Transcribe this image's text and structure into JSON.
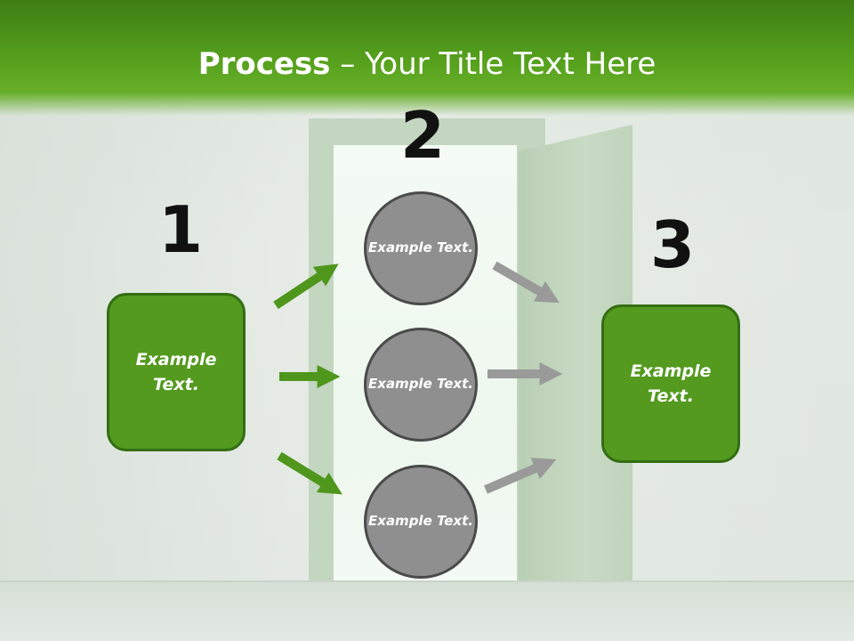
{
  "title": {
    "bold": "Process",
    "rest": " – Your Title Text Here"
  },
  "steps": [
    {
      "number": "1",
      "label": "Example Text."
    },
    {
      "number": "2",
      "items": [
        "Example Text.",
        "Example Text.",
        "Example Text."
      ]
    },
    {
      "number": "3",
      "label": "Example Text."
    }
  ],
  "colors": {
    "green": "#539a1f",
    "green_border": "#336e13",
    "circle": "#8f8f8f",
    "gray_arrow": "#9a9a9a",
    "green_arrow": "#4f961c"
  }
}
